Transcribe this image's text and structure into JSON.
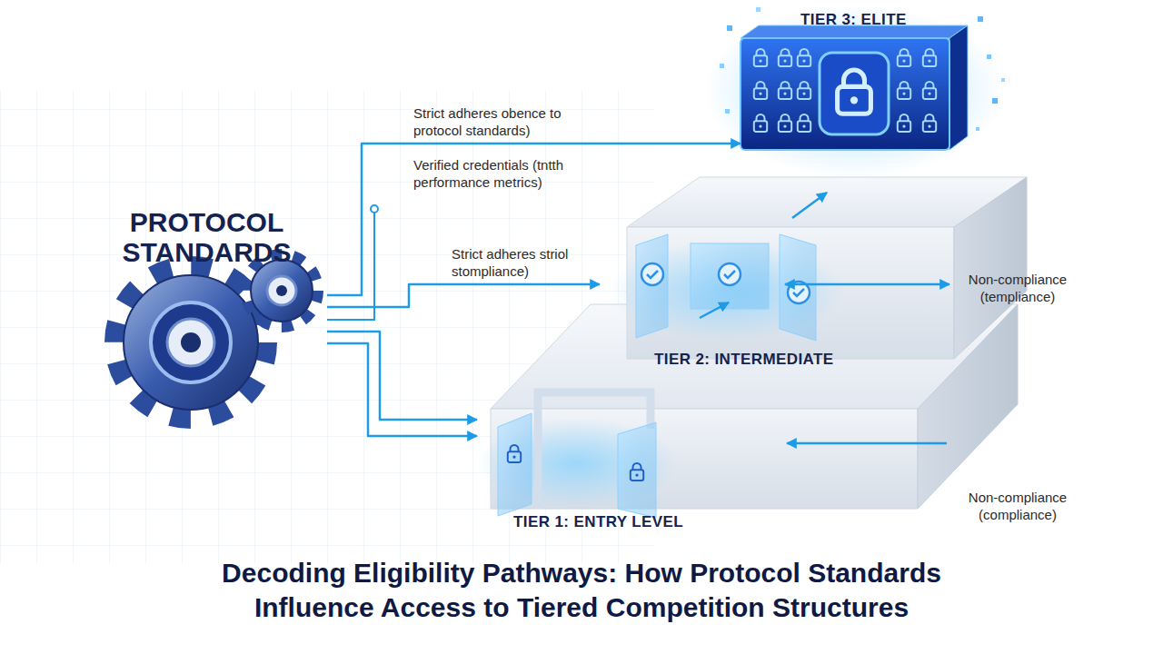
{
  "diagram": {
    "title": "Decoding Eligibility Pathways: How Protocol Standards Influence Access to Tiered Competition Structures",
    "nodes": [
      {
        "text": [
          "PROTOCOL STANDARDS"
        ]
      },
      {
        "text": [
          "TIER 3: ELITE"
        ]
      },
      {
        "text": [
          "TIER 2: INTERMEDIATE"
        ]
      },
      {
        "text": [
          "TIER 1: ENTRY LEVEL"
        ]
      }
    ],
    "edges": [
      {
        "from": 0,
        "to": 1,
        "arrow": "to",
        "label": "Strict adheres obence to protocol standards)"
      },
      {
        "from": 0,
        "to": 2,
        "arrow": "to",
        "label": "Strict adheres striol stompliance)"
      },
      {
        "from": 0,
        "to": 3,
        "arrow": "to"
      },
      {
        "from": 0,
        "to": 3,
        "arrow": "to"
      }
    ],
    "labels": [
      "Verified credentials (tntth performance metrics)",
      "Non-compliance (templiance)",
      "Non-compliance (compliance)"
    ]
  }
}
